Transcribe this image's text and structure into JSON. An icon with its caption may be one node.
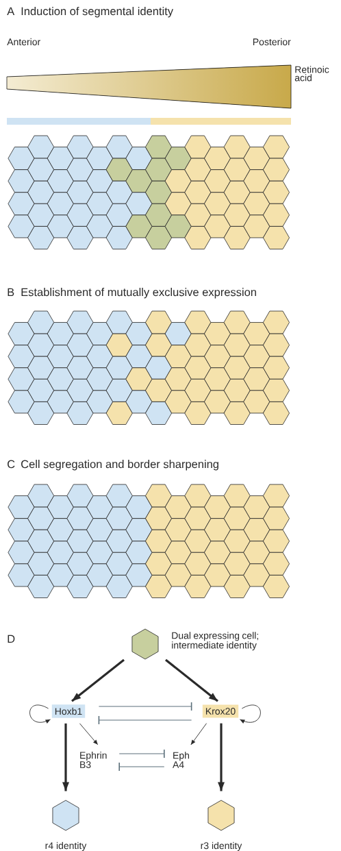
{
  "diagram": {
    "nodes": [
      {
        "text": [],
        "shape": "hexagon",
        "beside": [
          "Dual expressing cell; intermediate identity"
        ]
      },
      {
        "text": [
          "Hoxb1"
        ]
      },
      {
        "text": [
          "Krox20"
        ]
      },
      {
        "text": [
          "Ephrin B3"
        ]
      },
      {
        "text": [
          "Eph A4"
        ]
      },
      {
        "text": [],
        "shape": "hexagon",
        "beside": [
          "r4 identity"
        ]
      },
      {
        "text": [],
        "shape": "hexagon",
        "beside": [
          "r3 identity"
        ]
      }
    ],
    "edges": [
      {
        "from": 0,
        "to": 1,
        "arrow": "to",
        "style": "thick"
      },
      {
        "from": 0,
        "to": 2,
        "arrow": "to",
        "style": "thick"
      },
      {
        "from": 1,
        "to": 1,
        "arrow": "to"
      },
      {
        "from": 2,
        "to": 2,
        "arrow": "to"
      },
      {
        "from": 1,
        "to": 2,
        "arrow": "other",
        "color": "#5b6f7a"
      },
      {
        "from": 2,
        "to": 1,
        "arrow": "other",
        "color": "#5b6f7a"
      },
      {
        "from": 1,
        "to": 3,
        "arrow": "to"
      },
      {
        "from": 2,
        "to": 4,
        "arrow": "to"
      },
      {
        "from": 3,
        "to": 4,
        "arrow": "other",
        "color": "#5b6f7a"
      },
      {
        "from": 4,
        "to": 3,
        "arrow": "other",
        "color": "#5b6f7a"
      },
      {
        "from": 1,
        "to": 5,
        "arrow": "to",
        "style": "thick"
      },
      {
        "from": 2,
        "to": 6,
        "arrow": "to",
        "style": "thick"
      }
    ],
    "labels": [
      "A",
      "Induction of segmental identity",
      "Anterior",
      "Posterior",
      "Retinoic acid",
      "B",
      "Establishment of mutually exclusive expression",
      "C",
      "Cell segregation and border sharpening",
      "D"
    ]
  }
}
